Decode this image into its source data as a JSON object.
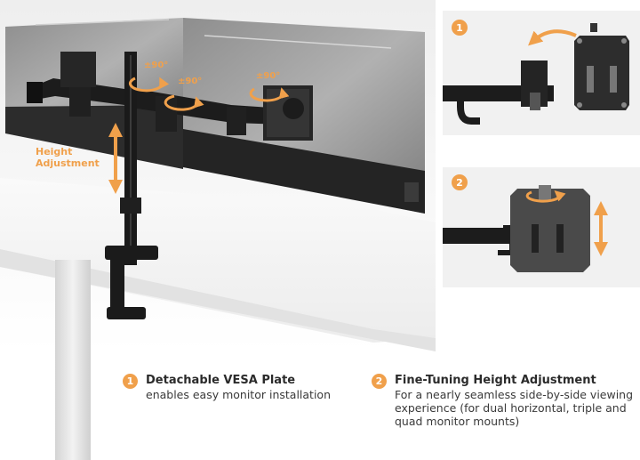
{
  "overlays": {
    "height_label_line1": "Height",
    "height_label_line2": "Adjustment",
    "rotate_1": "±90°",
    "rotate_2": "±90°",
    "rotate_3": "±90°"
  },
  "insets": [
    {
      "badge": "1"
    },
    {
      "badge": "2"
    }
  ],
  "features": [
    {
      "num": "1",
      "title": "Detachable VESA Plate",
      "desc_lines": [
        "enables easy monitor installation"
      ]
    },
    {
      "num": "2",
      "title": "Fine-Tuning Height Adjustment",
      "desc_lines": [
        "For a nearly seamless side-by-side viewing",
        "experience (for dual horizontal, triple and",
        "quad monitor mounts)"
      ]
    }
  ],
  "colors": {
    "accent": "#f0a04b",
    "desk": "#f4f4f4",
    "metal": "#1d1d1d",
    "screen": "#9a9a9a"
  }
}
